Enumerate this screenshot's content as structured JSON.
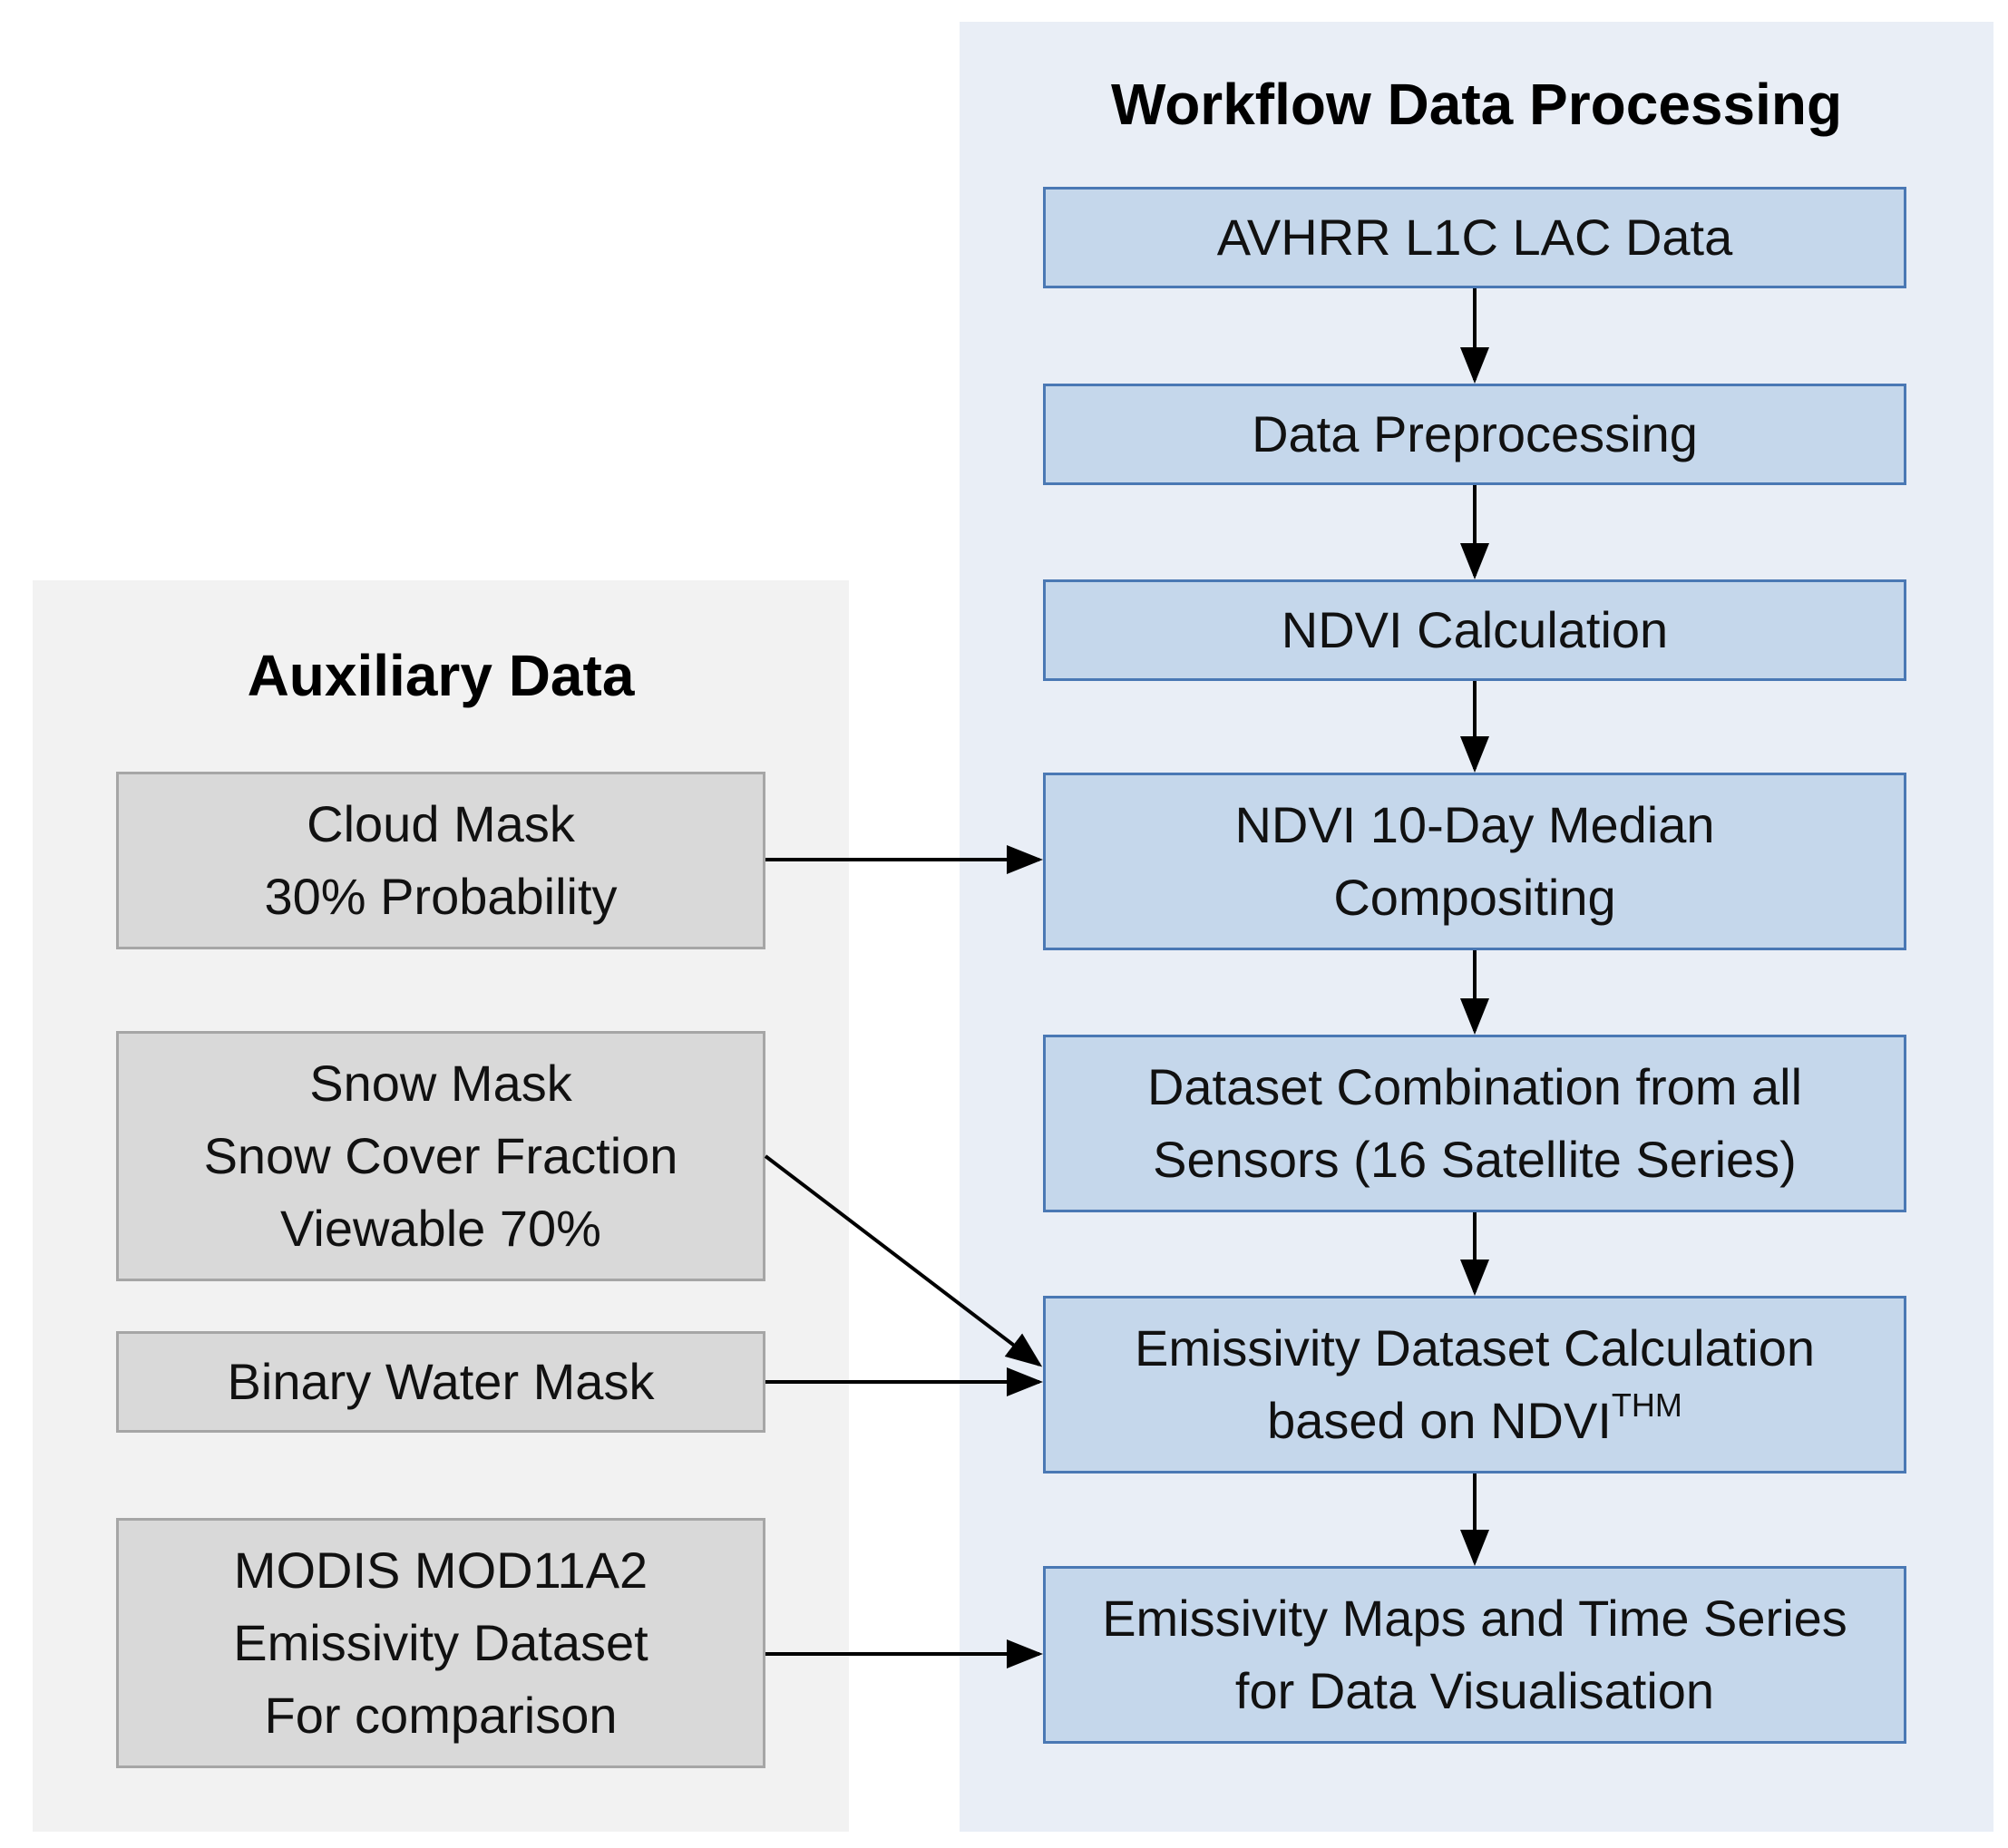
{
  "auxiliary": {
    "title": "Auxiliary Data",
    "boxes": [
      {
        "lines": [
          "Cloud Mask",
          "30% Probability"
        ]
      },
      {
        "lines": [
          "Snow Mask",
          "Snow Cover Fraction",
          "Viewable 70%"
        ]
      },
      {
        "lines": [
          "Binary Water Mask"
        ]
      },
      {
        "lines": [
          "MODIS MOD11A2",
          "Emissivity Dataset",
          "For comparison"
        ]
      }
    ]
  },
  "workflow": {
    "title": "Workflow Data Processing",
    "steps": [
      {
        "lines": [
          "AVHRR L1C LAC Data"
        ]
      },
      {
        "lines": [
          "Data Preprocessing"
        ]
      },
      {
        "lines": [
          "NDVI Calculation"
        ]
      },
      {
        "lines": [
          "NDVI 10-Day Median",
          "Compositing"
        ]
      },
      {
        "lines": [
          "Dataset Combination from all",
          "Sensors (16 Satellite Series)"
        ]
      },
      {
        "lines": [
          "Emissivity Dataset Calculation",
          "based on NDVI"
        ],
        "superscript": "THM"
      },
      {
        "lines": [
          "Emissivity Maps and Time Series",
          "for Data Visualisation"
        ]
      }
    ]
  },
  "colors": {
    "workflow_box_fill": "#c5d7eb",
    "workflow_box_border": "#4a78b4",
    "aux_box_fill": "#d9d9d9",
    "aux_box_border": "#a6a6a6",
    "arrow": "#000000"
  }
}
